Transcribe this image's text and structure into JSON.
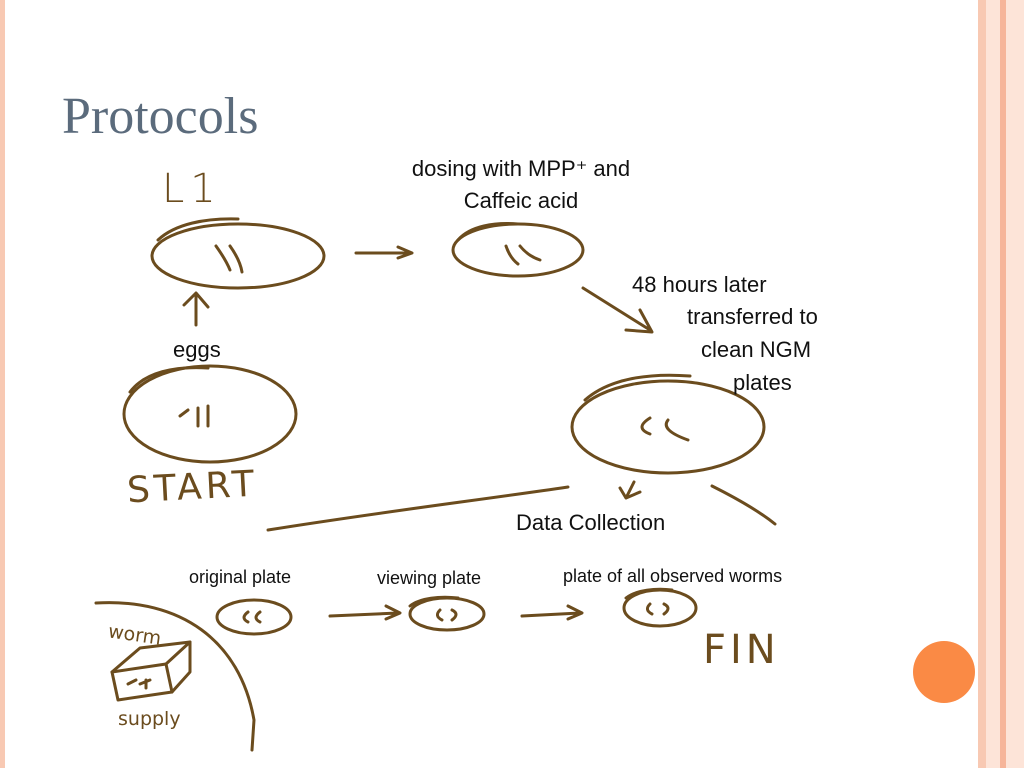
{
  "slide": {
    "title": "Protocols",
    "accent_color": "#fa8a45",
    "stripe_colors": [
      "#f8c9b3",
      "#fde4d8",
      "#f6b59a"
    ]
  },
  "diagram": {
    "top_labels": {
      "dosing_line1": "dosing with MPP⁺ and",
      "dosing_line2": "Caffeic acid",
      "later_line1": "48 hours later",
      "later_line2": "transferred to",
      "later_line3": "clean NGM",
      "later_line4": "plates",
      "eggs": "eggs",
      "data_collection": "Data Collection"
    },
    "bottom_labels": {
      "original_plate": "original plate",
      "viewing_plate": "viewing plate",
      "plate_of_all": "plate of all observed worms"
    },
    "handwritten": {
      "l1": "L1",
      "start": "START",
      "fin": "FIN",
      "worm": "worm",
      "supply": "supply"
    },
    "ink_color": "#6b4c1e"
  }
}
